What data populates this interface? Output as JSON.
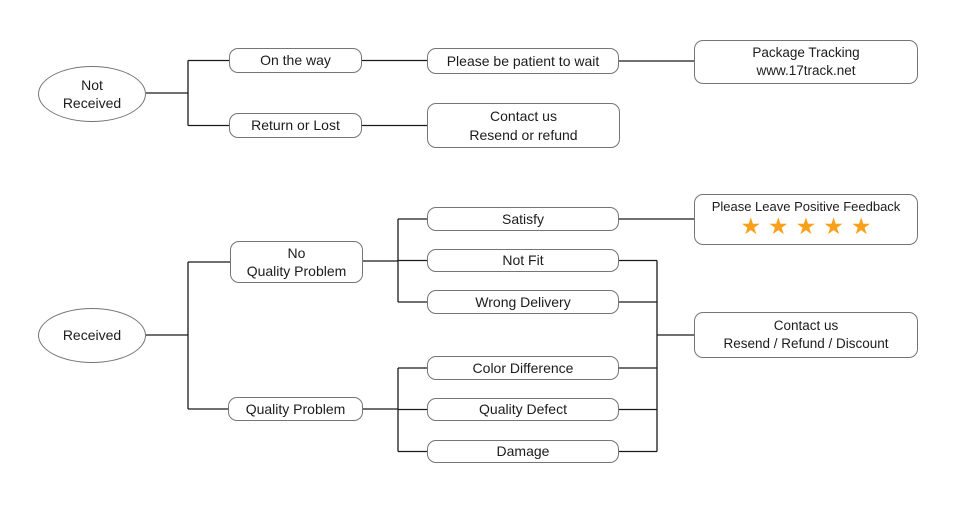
{
  "diagram": {
    "title_semantic": "after-sale service flowchart",
    "colors": {
      "background": "#ffffff",
      "shape_border": "#757575",
      "connector_line": "#1a1a1a",
      "text": "#1c1c1c",
      "star": "#F9A11B"
    },
    "nodes": {
      "not_received": {
        "line1": "Not",
        "line2": "Received"
      },
      "received": {
        "label": "Received"
      },
      "on_the_way": {
        "label": "On the way"
      },
      "return_or_lost": {
        "label": "Return or Lost"
      },
      "be_patient": {
        "label": "Please be patient to wait"
      },
      "contact_resend_refund": {
        "line1": "Contact us",
        "line2": "Resend or refund"
      },
      "package_tracking": {
        "line1": "Package Tracking",
        "line2": "www.17track.net"
      },
      "no_quality_problem": {
        "line1": "No",
        "line2": "Quality Problem"
      },
      "quality_problem": {
        "label": "Quality Problem"
      },
      "satisfy": {
        "label": "Satisfy"
      },
      "not_fit": {
        "label": "Not Fit"
      },
      "wrong_delivery": {
        "label": "Wrong Delivery"
      },
      "color_difference": {
        "label": "Color Difference"
      },
      "quality_defect": {
        "label": "Quality Defect"
      },
      "damage": {
        "label": "Damage"
      },
      "positive_feedback": {
        "line1": "Please Leave Positive Feedback",
        "stars": "★★★★★",
        "star_count": 5
      },
      "contact_discount": {
        "line1": "Contact us",
        "line2": "Resend / Refund / Discount"
      }
    }
  }
}
